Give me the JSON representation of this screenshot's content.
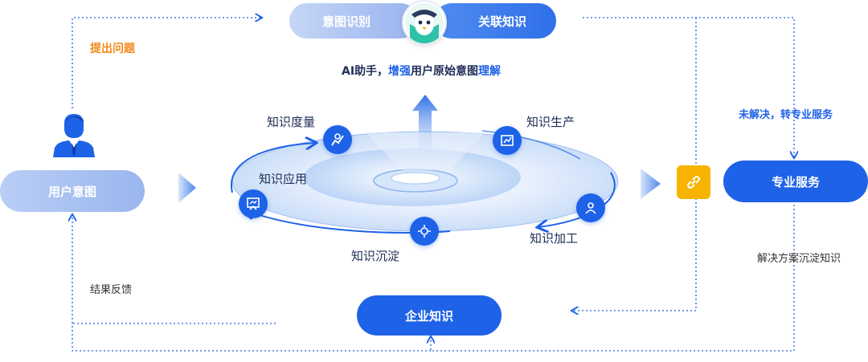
{
  "top_bar": {
    "left_label": "意图识别",
    "right_label": "关联知识",
    "avatar_icon": "bot-avatar-icon"
  },
  "assistant_caption": {
    "part1": "AI助手，",
    "part2": "增强",
    "part3": "用户原始意图",
    "part4": "理解"
  },
  "left_flow": {
    "ask_label": "提出问题",
    "user_icon": "user-icon",
    "user_intent_label": "用户意图",
    "feedback_label": "结果反馈"
  },
  "cycle": {
    "measure": "知识度量",
    "produce": "知识生产",
    "apply": "知识应用",
    "process": "知识加工",
    "accumulate": "知识沉淀"
  },
  "right_flow": {
    "unresolved_part1": "未解决，",
    "unresolved_part2": "转专业服务",
    "link_icon": "link-icon",
    "service_label": "专业服务",
    "solution_label": "解决方案沉淀知识"
  },
  "bottom": {
    "enterprise_label": "企业知识"
  },
  "colors": {
    "primary": "#1e62e8",
    "light_blue": "#a9bff0",
    "orange": "#f08a1a",
    "yellow": "#f6b400",
    "dark_text": "#1f2d57"
  }
}
